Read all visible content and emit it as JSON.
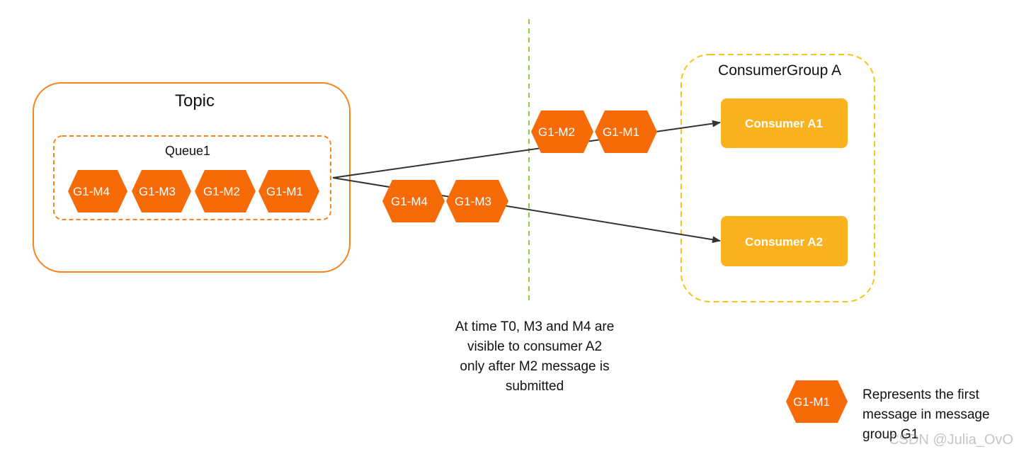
{
  "topic": {
    "title": "Topic",
    "queue": {
      "title": "Queue1",
      "messages": [
        "G1-M4",
        "G1-M3",
        "G1-M2",
        "G1-M1"
      ]
    }
  },
  "in_flight": {
    "to_consumer_a1": [
      "G1-M2",
      "G1-M1"
    ],
    "to_consumer_a2": [
      "G1-M4",
      "G1-M3"
    ]
  },
  "consumer_group": {
    "title": "ConsumerGroup A",
    "consumers": [
      "Consumer A1",
      "Consumer A2"
    ]
  },
  "note": "At time T0, M3 and M4 are visible to consumer A2 only after M2 message is submitted",
  "legend": {
    "symbol_label": "G1-M1",
    "text": "Represents the first message in message group G1"
  },
  "watermark": "CSDN @Julia_OvO",
  "colors": {
    "message": "#f76a08",
    "topic_border": "#f7841f",
    "queue_border": "#f7841f",
    "consumer": "#fbb21f",
    "group_border": "#f5c518",
    "divider": "#8ccc44",
    "arrow": "#333333"
  }
}
